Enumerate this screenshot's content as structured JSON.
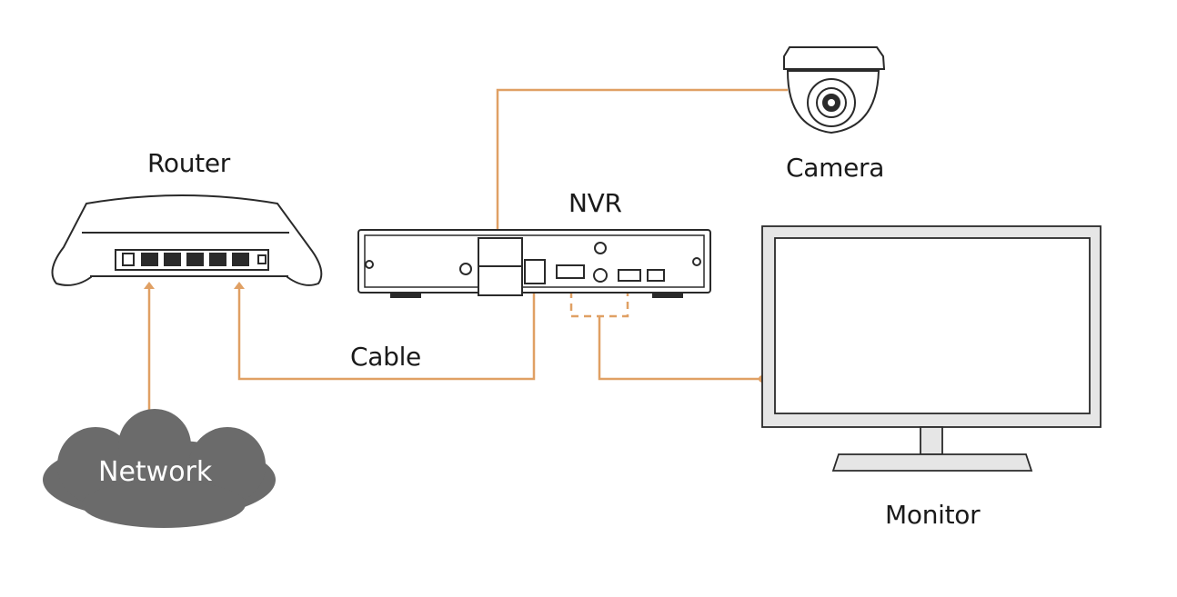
{
  "labels": {
    "router": "Router",
    "camera": "Camera",
    "nvr": "NVR",
    "cable": "Cable",
    "network": "Network",
    "monitor": "Monitor"
  },
  "colors": {
    "cable": "#e0a064",
    "device_stroke": "#2a2a2a",
    "cloud_fill": "#6b6b6b",
    "monitor_frame": "#e6e6e6"
  }
}
